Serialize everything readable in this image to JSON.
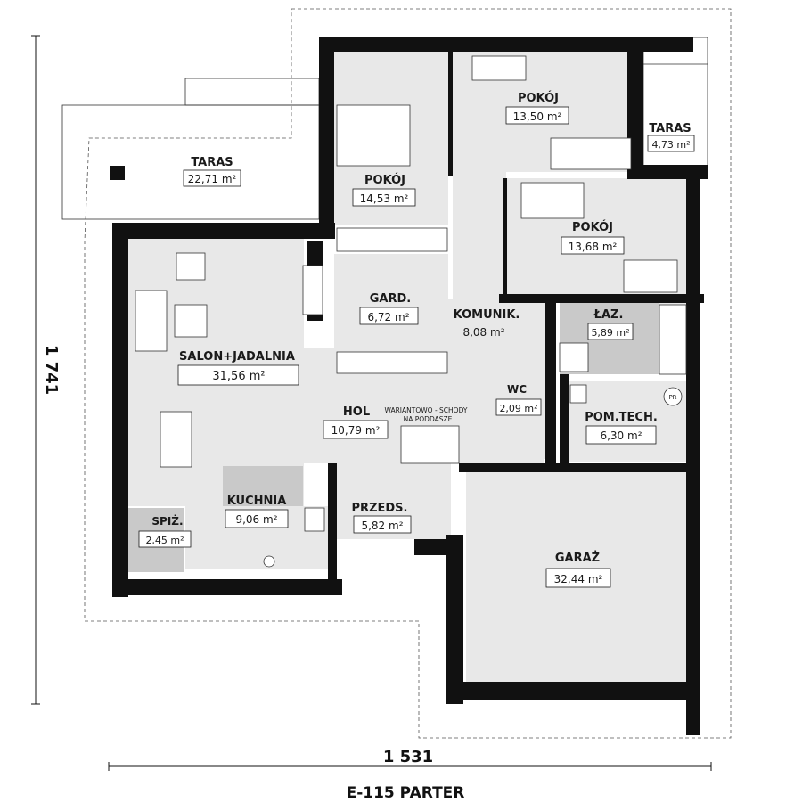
{
  "title": "E-115 PARTER",
  "dimensions": {
    "width": "1 531",
    "height": "1 741"
  },
  "rooms": {
    "taras_left": {
      "name": "TARAS",
      "area": "22,71 m²"
    },
    "taras_right": {
      "name": "TARAS",
      "area": "4,73 m²"
    },
    "pokoj_1": {
      "name": "POKÓJ",
      "area": "14,53 m²"
    },
    "pokoj_2": {
      "name": "POKÓJ",
      "area": "13,50 m²"
    },
    "pokoj_3": {
      "name": "POKÓJ",
      "area": "13,68 m²"
    },
    "gard": {
      "name": "GARD.",
      "area": "6,72 m²"
    },
    "komunik": {
      "name": "KOMUNIK.",
      "area": "8,08 m²"
    },
    "lazienka": {
      "name": "ŁAZ.",
      "area": "5,89 m²"
    },
    "salon": {
      "name": "SALON+JADALNIA",
      "area": "31,56 m²"
    },
    "hol": {
      "name": "HOL",
      "area": "10,79 m²"
    },
    "wc": {
      "name": "WC",
      "area": "2,09 m²"
    },
    "pom_tech": {
      "name": "POM.TECH.",
      "area": "6,30 m²"
    },
    "kuchnia": {
      "name": "KUCHNIA",
      "area": "9,06 m²"
    },
    "spiz": {
      "name": "SPIŻ.",
      "area": "2,45 m²"
    },
    "przedsionek": {
      "name": "PRZEDS.",
      "area": "5,82 m²"
    },
    "garaz": {
      "name": "GARAŻ",
      "area": "32,44 m²"
    }
  },
  "annotations": {
    "stairs_note_1": "WARIANTOWO - SCHODY",
    "stairs_note_2": "NA PODDASZE",
    "pr_mark": "PR"
  }
}
